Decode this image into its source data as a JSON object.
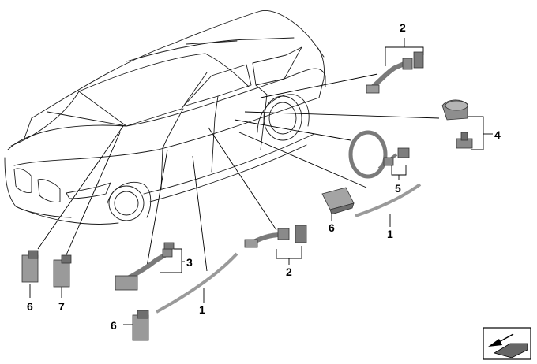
{
  "diagram": {
    "callouts": [
      "2",
      "4",
      "5",
      "6",
      "1",
      "3",
      "2",
      "1",
      "6",
      "7",
      "6"
    ],
    "colors": {
      "line": "#000000",
      "part_fill": "#9a9a9a",
      "part_dark": "#6e6e6e",
      "background": "#ffffff"
    },
    "icons": [
      "car-outline",
      "sensor-part",
      "wiring-harness",
      "trim-strip",
      "view-direction-icon"
    ]
  }
}
